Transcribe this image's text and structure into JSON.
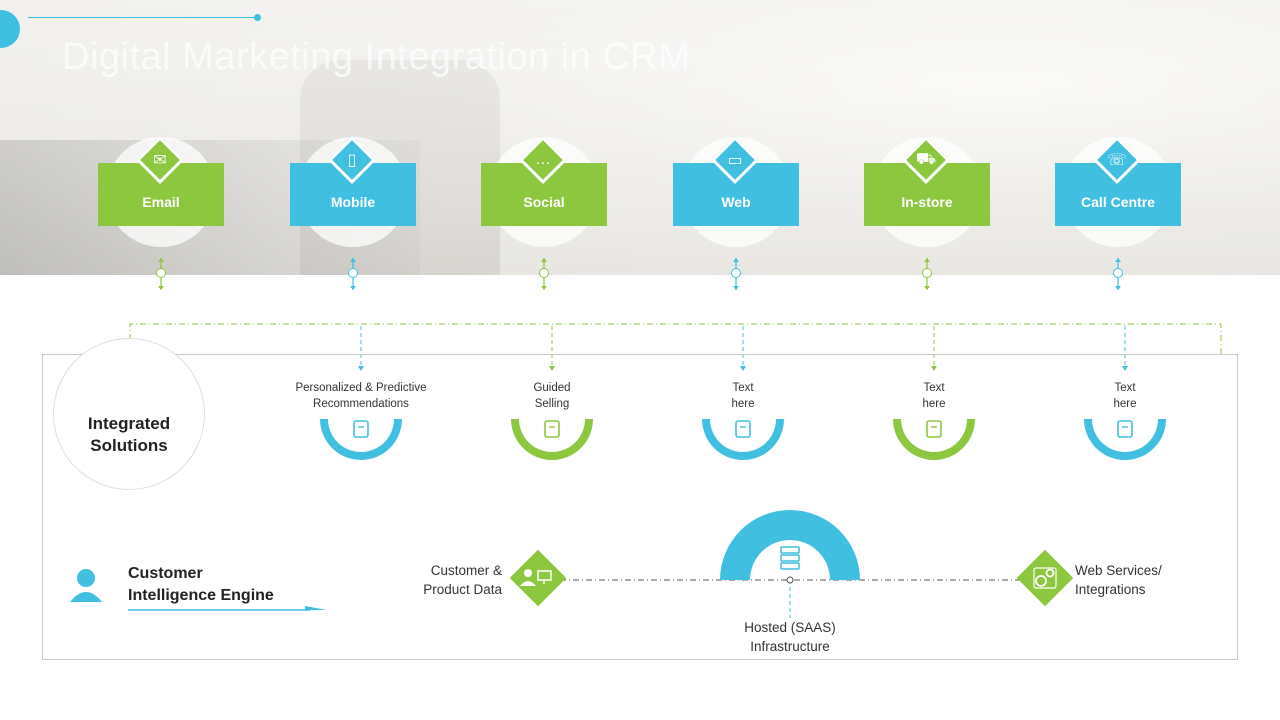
{
  "title": "Digital Marketing Integration in CRM",
  "colors": {
    "green": "#8dc63f",
    "blue": "#41bfe0",
    "frame": "#c9c9c9"
  },
  "channels": [
    {
      "label": "Email",
      "color": "green",
      "icon": "envelope-icon"
    },
    {
      "label": "Mobile",
      "color": "blue",
      "icon": "mobile-icon"
    },
    {
      "label": "Social",
      "color": "green",
      "icon": "chat-bubble-icon"
    },
    {
      "label": "Web",
      "color": "blue",
      "icon": "laptop-icon"
    },
    {
      "label": "In-store",
      "color": "green",
      "icon": "shopping-cart-icon"
    },
    {
      "label": "Call Centre",
      "color": "blue",
      "icon": "headset-icon"
    }
  ],
  "integrated_solutions": {
    "label_line1": "Integrated",
    "label_line2": "Solutions",
    "icon": "puzzle-cycle-icon"
  },
  "solutions": [
    {
      "line1": "Personalized & Predictive",
      "line2": "Recommendations",
      "color": "blue",
      "icon": "hand-star-icon"
    },
    {
      "line1": "Guided",
      "line2": "Selling",
      "color": "green",
      "icon": "book-icon"
    },
    {
      "line1": "Text",
      "line2": "here",
      "color": "blue",
      "icon": "document-pen-icon"
    },
    {
      "line1": "Text",
      "line2": "here",
      "color": "green",
      "icon": "burst-icon"
    },
    {
      "line1": "Text",
      "line2": "here",
      "color": "blue",
      "icon": "search-document-icon"
    }
  ],
  "engine": {
    "line1": "Customer",
    "line2": "Intelligence Engine",
    "icon": "person-icon"
  },
  "customer_data": {
    "line1": "Customer &",
    "line2": "Product Data",
    "icon": "user-screen-icon"
  },
  "hosted": {
    "line1": "Hosted (SAAS)",
    "line2": "Infrastructure",
    "icon": "server-icon"
  },
  "web_services": {
    "line1": "Web Services/",
    "line2": "Integrations",
    "icon": "gears-icon"
  }
}
